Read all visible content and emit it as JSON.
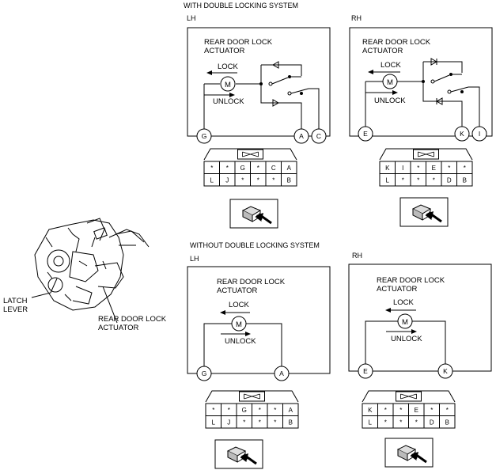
{
  "sections": {
    "with_double": "WITH DOUBLE LOCKING SYSTEM",
    "without_double": "WITHOUT DOUBLE LOCKING SYSTEM"
  },
  "callouts": {
    "latch_line1": "LATCH",
    "latch_line2": "LEVER",
    "actuator_line1": "REAR DOOR LOCK",
    "actuator_line2": "ACTUATOR"
  },
  "panels": [
    {
      "side": "LH",
      "title_line1": "REAR DOOR LOCK",
      "title_line2": "ACTUATOR",
      "motor": "M",
      "lock": "LOCK",
      "unlock": "UNLOCK",
      "terminals": [
        "G",
        "A",
        "C"
      ],
      "connector": [
        [
          "*",
          "*",
          "G",
          "*",
          "C",
          "A"
        ],
        [
          "L",
          "J",
          "*",
          "*",
          "*",
          "B"
        ]
      ]
    },
    {
      "side": "RH",
      "title_line1": "REAR DOOR LOCK",
      "title_line2": "ACTUATOR",
      "motor": "M",
      "lock": "LOCK",
      "unlock": "UNLOCK",
      "terminals": [
        "E",
        "K",
        "I"
      ],
      "connector": [
        [
          "K",
          "I",
          "*",
          "E",
          "*",
          "*"
        ],
        [
          "L",
          "*",
          "*",
          "*",
          "D",
          "B"
        ]
      ]
    },
    {
      "side": "LH",
      "title_line1": "REAR DOOR LOCK",
      "title_line2": "ACTUATOR",
      "motor": "M",
      "lock": "LOCK",
      "unlock": "UNLOCK",
      "terminals": [
        "G",
        "A"
      ],
      "connector": [
        [
          "*",
          "*",
          "G",
          "*",
          "*",
          "A"
        ],
        [
          "L",
          "J",
          "*",
          "*",
          "*",
          "B"
        ]
      ]
    },
    {
      "side": "RH",
      "title_line1": "REAR DOOR LOCK",
      "title_line2": "ACTUATOR",
      "motor": "M",
      "lock": "LOCK",
      "unlock": "UNLOCK",
      "terminals": [
        "E",
        "K"
      ],
      "connector": [
        [
          "K",
          "*",
          "*",
          "E",
          "*",
          "*"
        ],
        [
          "L",
          "*",
          "*",
          "*",
          "D",
          "B"
        ]
      ]
    }
  ],
  "icons": {
    "connector_view": "connector-view-arrow-icon",
    "actuator_illustration": "door-latch-assembly-illustration"
  }
}
